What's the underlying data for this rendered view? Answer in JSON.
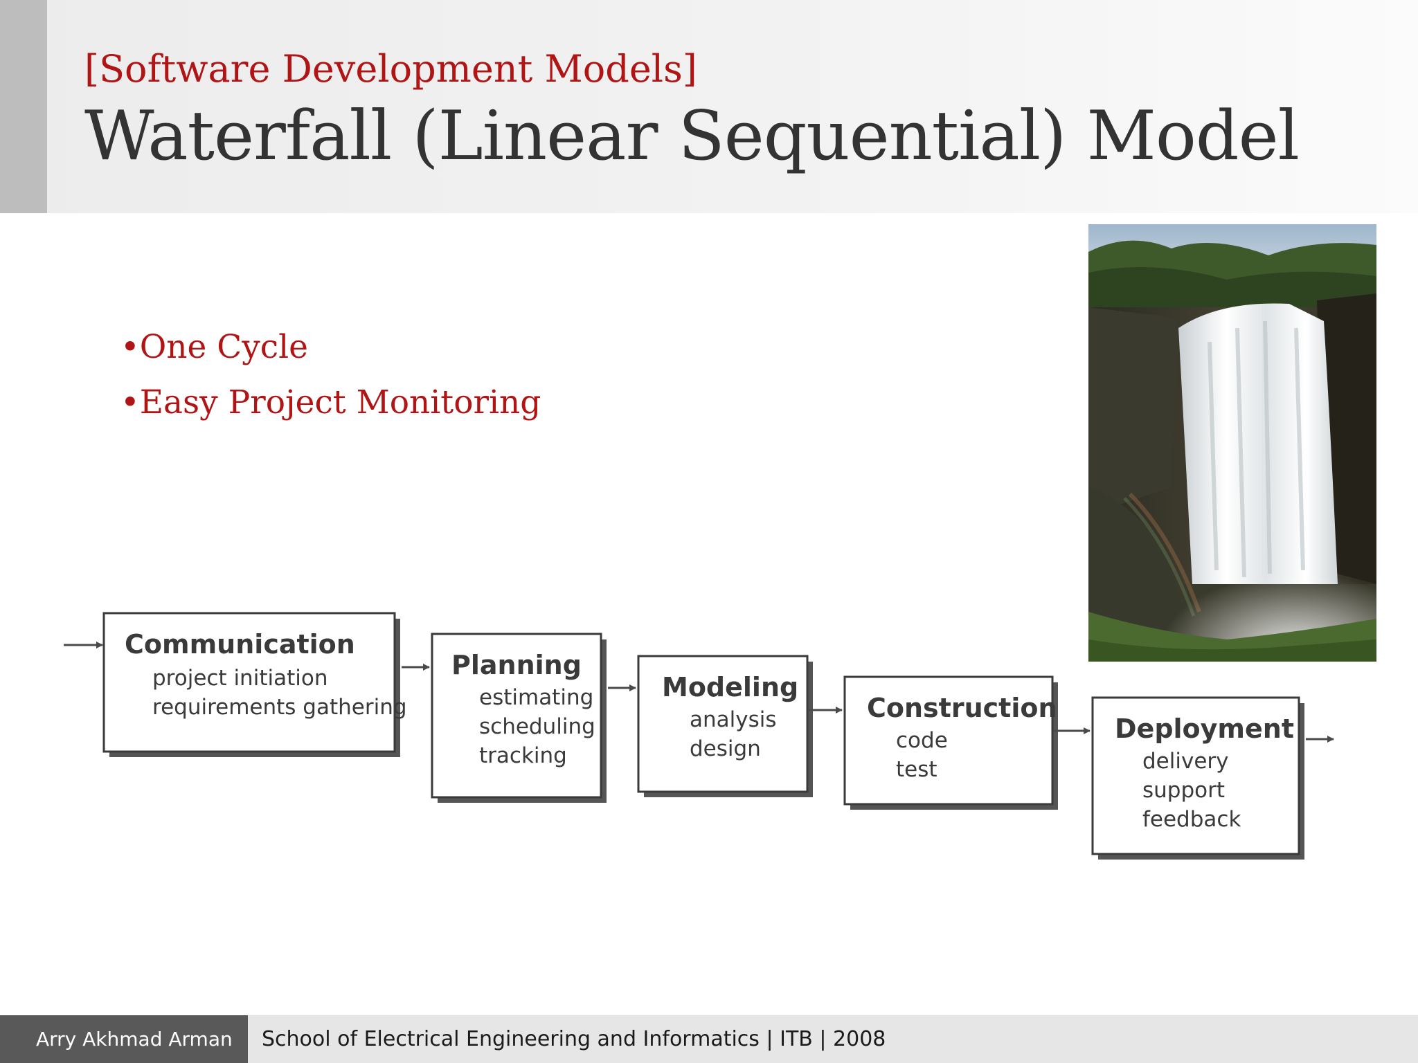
{
  "header": {
    "subtitle": "[Software Development Models]",
    "title": "Waterfall (Linear Sequential) Model"
  },
  "bullets": [
    "•One Cycle",
    "•Easy Project Monitoring"
  ],
  "diagram": {
    "steps": [
      {
        "title": "Communication",
        "items": [
          "project initiation",
          "requirements gathering"
        ]
      },
      {
        "title": "Planning",
        "items": [
          "estimating",
          "scheduling",
          "tracking"
        ]
      },
      {
        "title": "Modeling",
        "items": [
          "analysis",
          "design"
        ]
      },
      {
        "title": "Construction",
        "items": [
          "code",
          "test"
        ]
      },
      {
        "title": "Deployment",
        "items": [
          "delivery",
          "support",
          "feedback"
        ]
      }
    ]
  },
  "footer": {
    "author": "Arry Akhmad Arman",
    "institution": "School of Electrical Engineering and Informatics | ITB | 2008"
  },
  "colors": {
    "accent_red": "#b01414",
    "title_gray": "#333333",
    "footer_dark": "#595959",
    "footer_light": "#e6e6e6"
  }
}
